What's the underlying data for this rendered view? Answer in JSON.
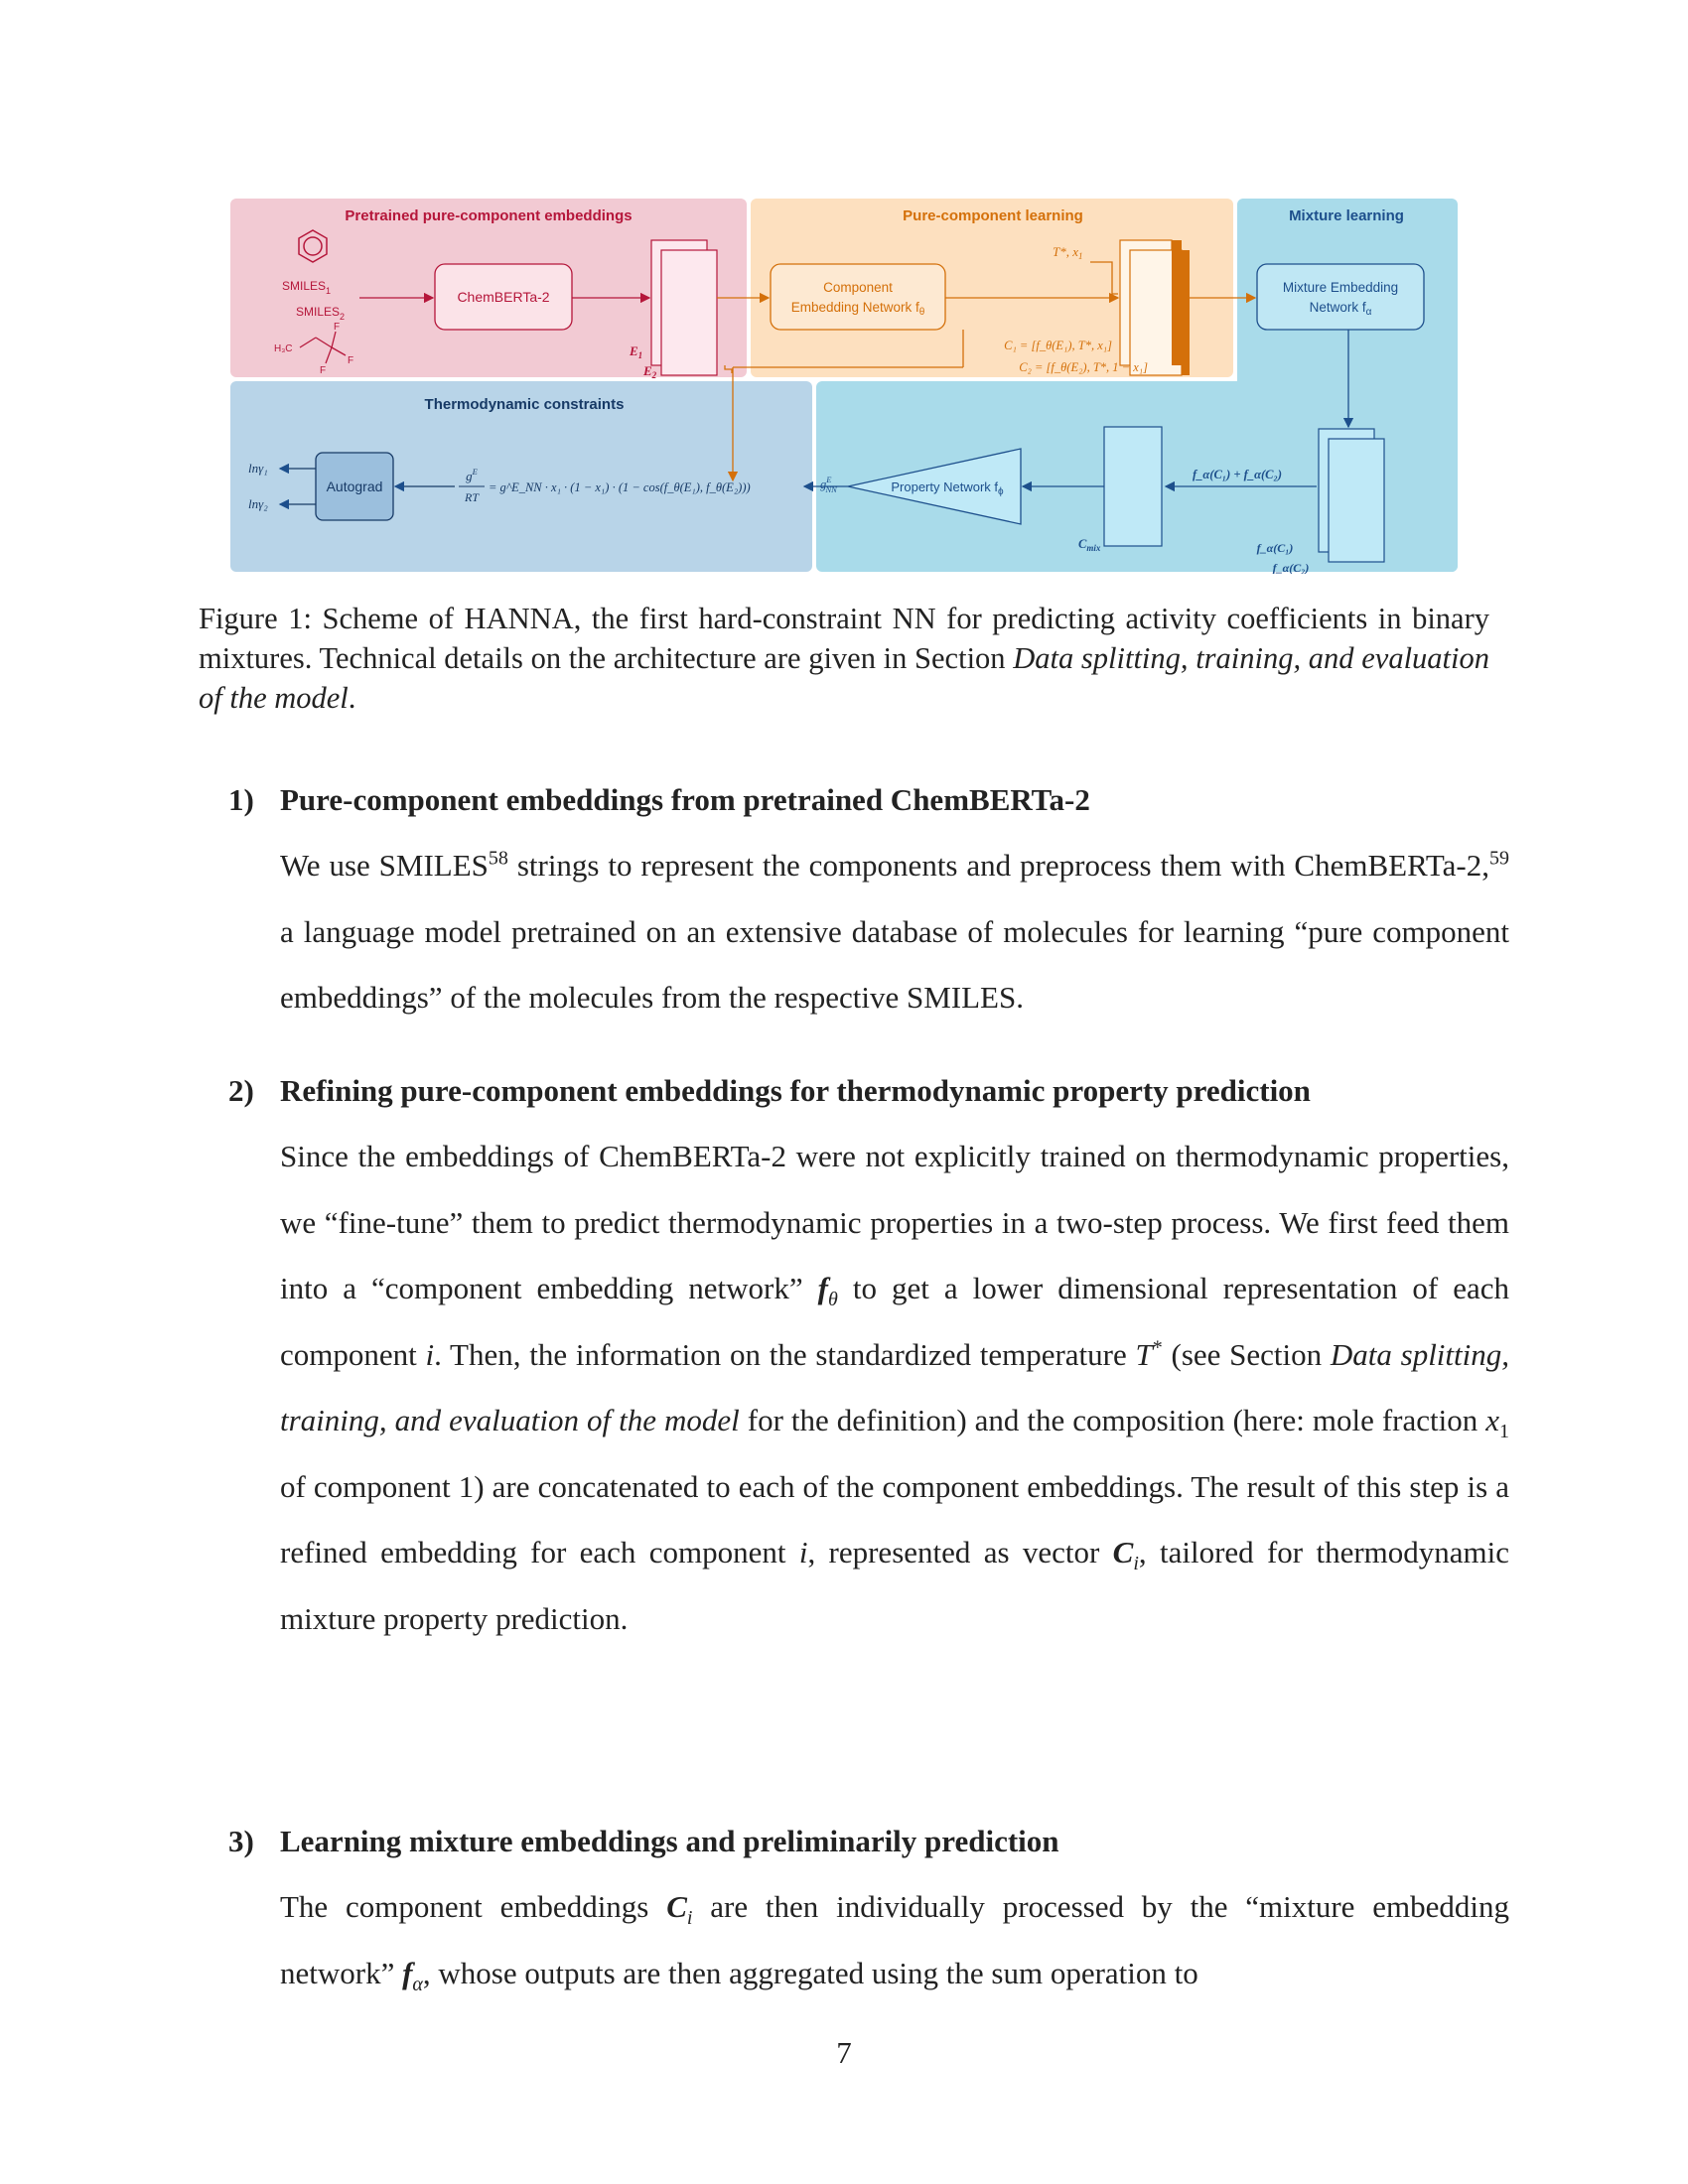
{
  "figure": {
    "panels": {
      "pretrained": "Pretrained pure-component embeddings",
      "pure_learning": "Pure-component learning",
      "mixture_learning": "Mixture learning",
      "thermo_constraints": "Thermodynamic constraints"
    },
    "labels": {
      "smiles1": "SMILES",
      "smiles1_sub": "1",
      "smiles2": "SMILES",
      "smiles2_sub": "2",
      "h3c": "H₃C",
      "f1": "F",
      "f2": "F",
      "f3": "F",
      "chemberta": "ChemBERTa-2",
      "e1": "E",
      "e1_sub": "1",
      "e2": "E",
      "e2_sub": "2",
      "component_net_line1": "Component",
      "component_net_line2": "Embedding Network f",
      "component_net_sub": "θ",
      "tx": "T*, x",
      "tx_sub": "1",
      "c1_eq": "C₁ = [f_θ(E₁), T*, x₁]",
      "c2_eq": "C₂ = [f_θ(E₂), T*, 1 − x₁]",
      "mixture_net_line1": "Mixture Embedding",
      "mixture_net_line2": "Network f",
      "mixture_net_sub": "α",
      "sum_label": "f_α(C₁) + f_α(C₂)",
      "fa_c1": "f_α(C₁)",
      "fa_c2": "f_α(C₂)",
      "cmix": "C",
      "cmix_sub": "mix",
      "property_net": "Property Network f",
      "property_net_sub": "ϕ",
      "gnn": "g",
      "gnn_sup": "E",
      "gnn_sub": "NN",
      "ge_num": "g",
      "ge_sup": "E",
      "ge_den": "RT",
      "ge_rhs": "= g^E_NN · x₁ · (1 − x₁) · (1 − cos(f_θ(E₁), f_θ(E₂)))",
      "autograd": "Autograd",
      "lngamma1": "lnγ₁",
      "lngamma2": "lnγ₂"
    }
  },
  "caption": {
    "label": "Figure 1:",
    "text": "Scheme of HANNA, the first hard-constraint NN for predicting activity coefficients in binary mixtures. Technical details on the architecture are given in Section",
    "italic": "Data splitting, training, and evaluation of the model",
    "end": "."
  },
  "items": [
    {
      "number": "1)",
      "title": "Pure-component embeddings from pretrained ChemBERTa-2"
    },
    {
      "number": "2)",
      "title": "Refining pure-component embeddings for thermodynamic property prediction"
    },
    {
      "number": "3)",
      "title": "Learning mixture embeddings and preliminarily prediction"
    }
  ],
  "body1": {
    "a": "We use SMILES",
    "ref58": "58",
    "b": "strings to represent the components and preprocess them with ChemBERTa-2,",
    "ref59": "59",
    "c": "a language model pretrained on an extensive database of molecules for learning “pure component embeddings” of the molecules from the respective SMILES."
  },
  "body2": {
    "a": "Since the embeddings of ChemBERTa-2 were not explicitly trained on thermodynamic properties, we “fine-tune” them to predict thermodynamic properties in a two-step process. We first feed them into a “component embedding network”",
    "f": "f",
    "f_sub": "θ",
    "b": "to get a lower dimensional representation of each component",
    "i1": "i",
    "c": ". Then, the information on the standardized temperature",
    "t": "T",
    "t_sup": "*",
    "d": "(see Section",
    "italic": "Data splitting, training, and evaluation of the model",
    "e": "for the definition) and the composition (here: mole fraction",
    "x": "x",
    "x_sub": "1",
    "g": "of component 1) are concatenated to each of the component embeddings. The result of this step is a refined embedding for each component",
    "i2": "i",
    "h": ", represented as vector",
    "c_vec": "C",
    "c_sub": "i",
    "k": ", tailored for thermodynamic mixture property prediction."
  },
  "body3": {
    "a": "The component embeddings",
    "c_vec": "C",
    "c_sub": "i",
    "b": "are then individually processed by the “mixture embedding network”",
    "f": "f",
    "f_sub": "α",
    "c": ", whose outputs are then aggregated using the sum operation to"
  },
  "page_number": "7"
}
